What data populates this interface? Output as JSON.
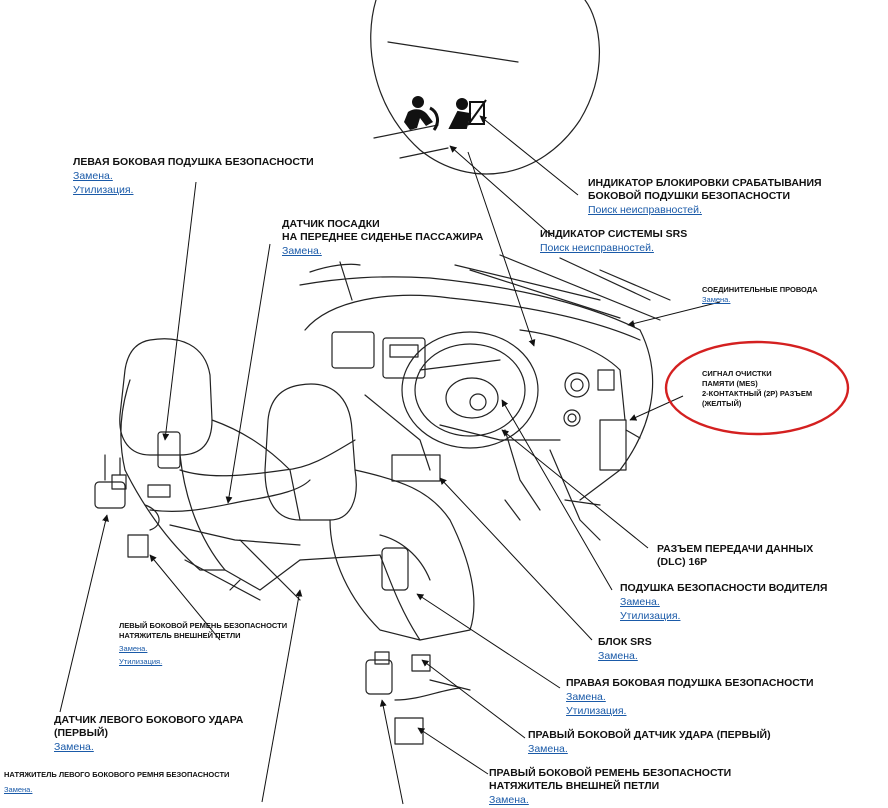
{
  "labels": {
    "left_side_airbag": {
      "lines": [
        "ЛЕВАЯ БОКОВАЯ ПОДУШКА БЕЗОПАСНОСТИ"
      ],
      "links": [
        "Замена.",
        "Утилизация."
      ]
    },
    "passenger_seat_sensor": {
      "lines": [
        "ДАТЧИК ПОСАДКИ",
        "НА ПЕРЕДНЕЕ СИДЕНЬЕ ПАССАЖИРА"
      ],
      "links": [
        "Замена."
      ]
    },
    "side_airbag_cutoff_indicator": {
      "lines": [
        "ИНДИКАТОР БЛОКИРОВКИ СРАБАТЫВАНИЯ",
        "БОКОВОЙ ПОДУШКИ БЕЗОПАСНОСТИ"
      ],
      "links": [
        "Поиск неисправностей."
      ]
    },
    "srs_indicator": {
      "lines": [
        "ИНДИКАТОР СИСТЕМЫ SRS"
      ],
      "links": [
        "Поиск неисправностей."
      ]
    },
    "connecting_wires": {
      "lines": [
        "СОЕДИНИТЕЛЬНЫЕ ПРОВОДА"
      ],
      "links": [
        "Замена."
      ]
    },
    "memory_clear_signal": {
      "lines": [
        "СИГНАЛ ОЧИСТКИ",
        "ПАМЯТИ (MES)",
        "2-КОНТАКТНЫЙ (2Р) РАЗЪЕМ",
        "(ЖЕЛТЫЙ)"
      ],
      "links": []
    },
    "dlc_connector": {
      "lines": [
        "РАЗЪЕМ ПЕРЕДАЧИ ДАННЫХ",
        "(DLC) 16Р"
      ],
      "links": []
    },
    "driver_airbag": {
      "lines": [
        "ПОДУШКА БЕЗОПАСНОСТИ ВОДИТЕЛЯ"
      ],
      "links": [
        "Замена.",
        "Утилизация."
      ]
    },
    "srs_unit": {
      "lines": [
        "БЛОК SRS"
      ],
      "links": [
        "Замена."
      ]
    },
    "right_side_airbag": {
      "lines": [
        "ПРАВАЯ БОКОВАЯ ПОДУШКА БЕЗОПАСНОСТИ"
      ],
      "links": [
        "Замена.",
        "Утилизация."
      ]
    },
    "right_side_impact_sensor": {
      "lines": [
        "ПРАВЫЙ БОКОВОЙ ДАТЧИК УДАРА (ПЕРВЫЙ)"
      ],
      "links": [
        "Замена."
      ]
    },
    "right_belt_tensioner": {
      "lines": [
        "ПРАВЫЙ БОКОВОЙ РЕМЕНЬ БЕЗОПАСНОСТИ",
        "НАТЯЖИТЕЛЬ ВНЕШНЕЙ ПЕТЛИ"
      ],
      "links": [
        "Замена."
      ]
    },
    "left_belt_tensioner_outer": {
      "lines": [
        "ЛЕВЫЙ БОКОВОЙ РЕМЕНЬ БЕЗОПАСНОСТИ",
        "НАТЯЖИТЕЛЬ ВНЕШНЕЙ ПЕТЛИ"
      ],
      "links": [
        "Замена.",
        "Утилизация."
      ]
    },
    "left_side_impact_sensor": {
      "lines": [
        "ДАТЧИК ЛЕВОГО БОКОВОГО УДАРА",
        "(ПЕРВЫЙ)"
      ],
      "links": [
        "Замена."
      ]
    },
    "left_belt_tensioner": {
      "lines": [
        "НАТЯЖИТЕЛЬ ЛЕВОГО БОКОВОГО РЕМНЯ БЕЗОПАСНОСТИ"
      ],
      "links": [
        "Замена."
      ]
    }
  },
  "colors": {
    "link": "#1a5aa8",
    "highlight_ellipse": "#d42020",
    "line": "#111111"
  }
}
